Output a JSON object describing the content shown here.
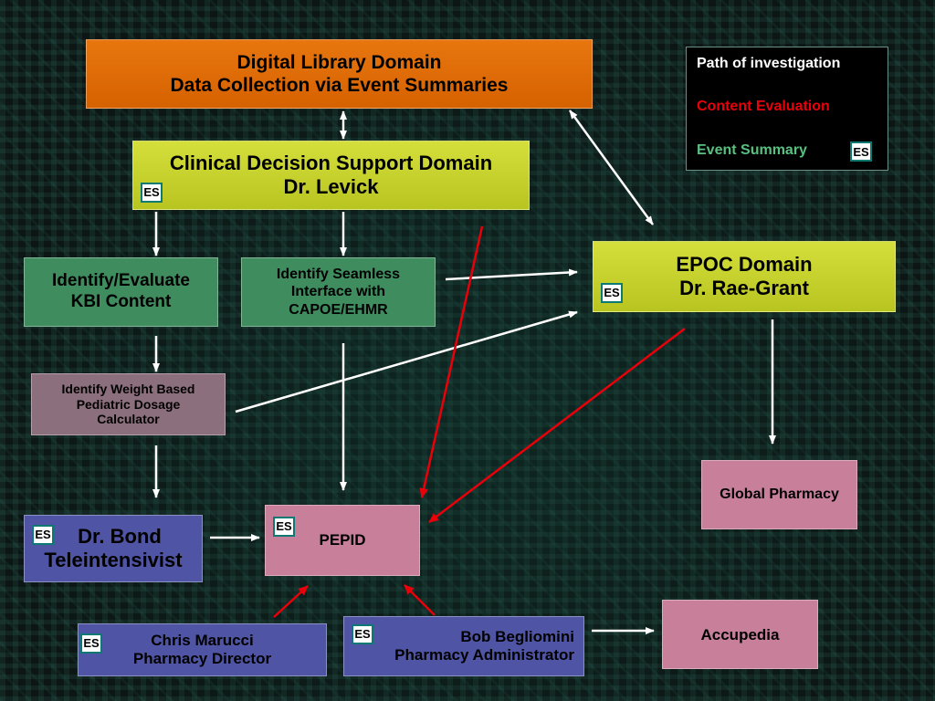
{
  "boxes": {
    "digital_library": {
      "line1": "Digital Library Domain",
      "line2": "Data Collection via Event Summaries"
    },
    "clinical": {
      "line1": "Clinical Decision Support Domain",
      "line2": "Dr. Levick"
    },
    "epoc": {
      "line1": "EPOC Domain",
      "line2": "Dr. Rae-Grant"
    },
    "kbi": {
      "line1": "Identify/Evaluate",
      "line2": "KBI Content"
    },
    "seamless": {
      "line1": "Identify Seamless",
      "line2": "Interface with",
      "line3": "CAPOE/EHMR"
    },
    "weight": {
      "line1": "Identify Weight Based",
      "line2": "Pediatric Dosage",
      "line3": "Calculator"
    },
    "bond": {
      "line1": "Dr. Bond",
      "line2": "Teleintensivist"
    },
    "pepid": {
      "label": "PEPID"
    },
    "global_pharmacy": {
      "label": "Global Pharmacy"
    },
    "marucci": {
      "line1": "Chris Marucci",
      "line2": "Pharmacy Director"
    },
    "begliomini": {
      "line1": "Bob Begliomini",
      "line2": "Pharmacy Administrator"
    },
    "accupedia": {
      "label": "Accupedia"
    }
  },
  "legend": {
    "path": "Path of investigation",
    "content": "Content Evaluation",
    "event": "Event Summary"
  },
  "es_label": "ES",
  "colors": {
    "content_evaluation": "#e8000a",
    "event_summary": "#58c080",
    "path": "#ffffff"
  }
}
